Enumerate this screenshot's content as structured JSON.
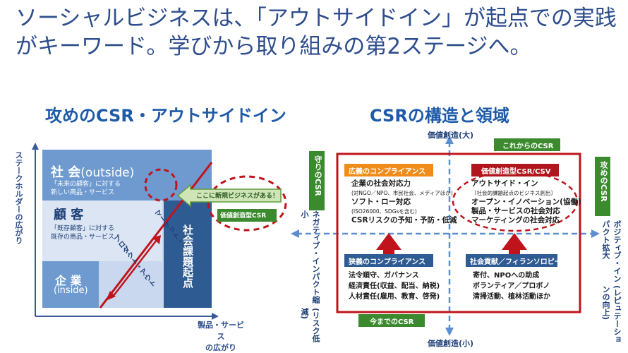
{
  "title": "ソーシャルビジネスは、「アウトサイドイン」が起点での実践がキーワード。学びから取り組みの第2ステージへ。",
  "left": {
    "heading": "攻めのCSR・アウトサイドイン",
    "y_axis": "ステークホルダーの広がり",
    "x_axis_line1": "製品・サービス",
    "x_axis_line2": "の広がり",
    "society_title": "社 会",
    "society_sub": "(outside)",
    "society_note1": "「未来の顧客」に対する",
    "society_note2": "新しい商品・サービス",
    "customer_title": "顧 客",
    "customer_note1": "「既存顧客」に対する",
    "customer_note2": "既存の商品・サービス",
    "company_title": "企 業",
    "company_sub": "(inside)",
    "product_out": "プロダクト・アウト",
    "market_in": "マーケット・イン",
    "social_issue": "社会課題起点",
    "callout": "ここに新規ビジネスがある！",
    "value_csr": "価値創造型CSR"
  },
  "right": {
    "heading": "CSRの構造と領域",
    "top_axis": "価値創造(大)",
    "bottom_axis": "価値創造(小)",
    "left_axis_line1": "ネガティブ・インパクト縮小",
    "left_axis_line2": "(リスク低減)",
    "right_axis_line1": "ポジティブ・インパクト拡大",
    "right_axis_line2": "(レピュテーションの向上)",
    "future_csr": "これからのCSR",
    "past_csr": "今までのCSR",
    "defensive": "守りのCSR",
    "offensive": "攻めのCSR",
    "q1": {
      "title": "広義のコンプライアンス",
      "lines": [
        "企業の社会対応力",
        "(対NGO／NPO、市民社会、メディアほか)",
        "ソフト・ロー対応",
        "(ISO26000、SDGsを含む)",
        "CSRリスクの予知・予防・低減"
      ]
    },
    "q2": {
      "title": "価値創造型CSR/CSV",
      "lines": [
        "アウトサイド・イン",
        "〔社会的課題起点のビジネス創出〕",
        "オープン・イノベーション(協働)",
        "製品・サービスの社会対応",
        "マーケティングの社会対応"
      ]
    },
    "q3": {
      "title": "狭義のコンプライアンス",
      "lines": [
        "法令順守、ガバナンス",
        "経済責任(収益、配当、納税)",
        "人材責任(雇用、教育、啓発)"
      ]
    },
    "q4": {
      "title": "社会貢献／フィランソロピー",
      "lines": [
        "寄付、NPOへの助成",
        "ボランティア／プロボノ",
        "清掃活動、植林活動ほか"
      ]
    }
  },
  "colors": {
    "title": "#2e4d8c",
    "heading": "#1e5aa8",
    "navy": "#2f5b93",
    "light_blue": "#6f9ad0",
    "red": "#c0141c",
    "green": "#3b8a2e",
    "orange": "#f08c1a",
    "dark_red_label": "#b0161c"
  }
}
